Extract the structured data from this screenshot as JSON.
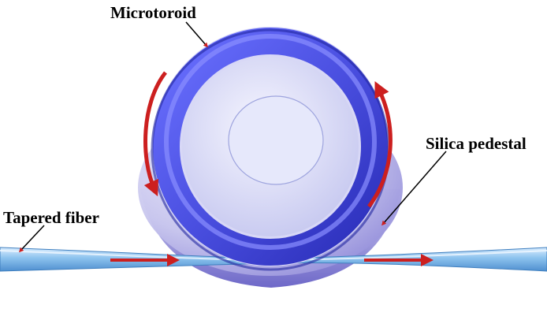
{
  "labels": {
    "microtoroid": "Microtoroid",
    "silica_pedestal": "Silica pedestal",
    "tapered_fiber": "Tapered fiber"
  },
  "colors": {
    "toroid": "#4a4fe0",
    "toroid_dark": "#2a2db8",
    "pedestal": "#c9c7ee",
    "pedestal_dark": "#8c86d8",
    "arrow": "#cc1f1f",
    "fiber": "#7fb6e6",
    "leader_line": "#000000"
  }
}
